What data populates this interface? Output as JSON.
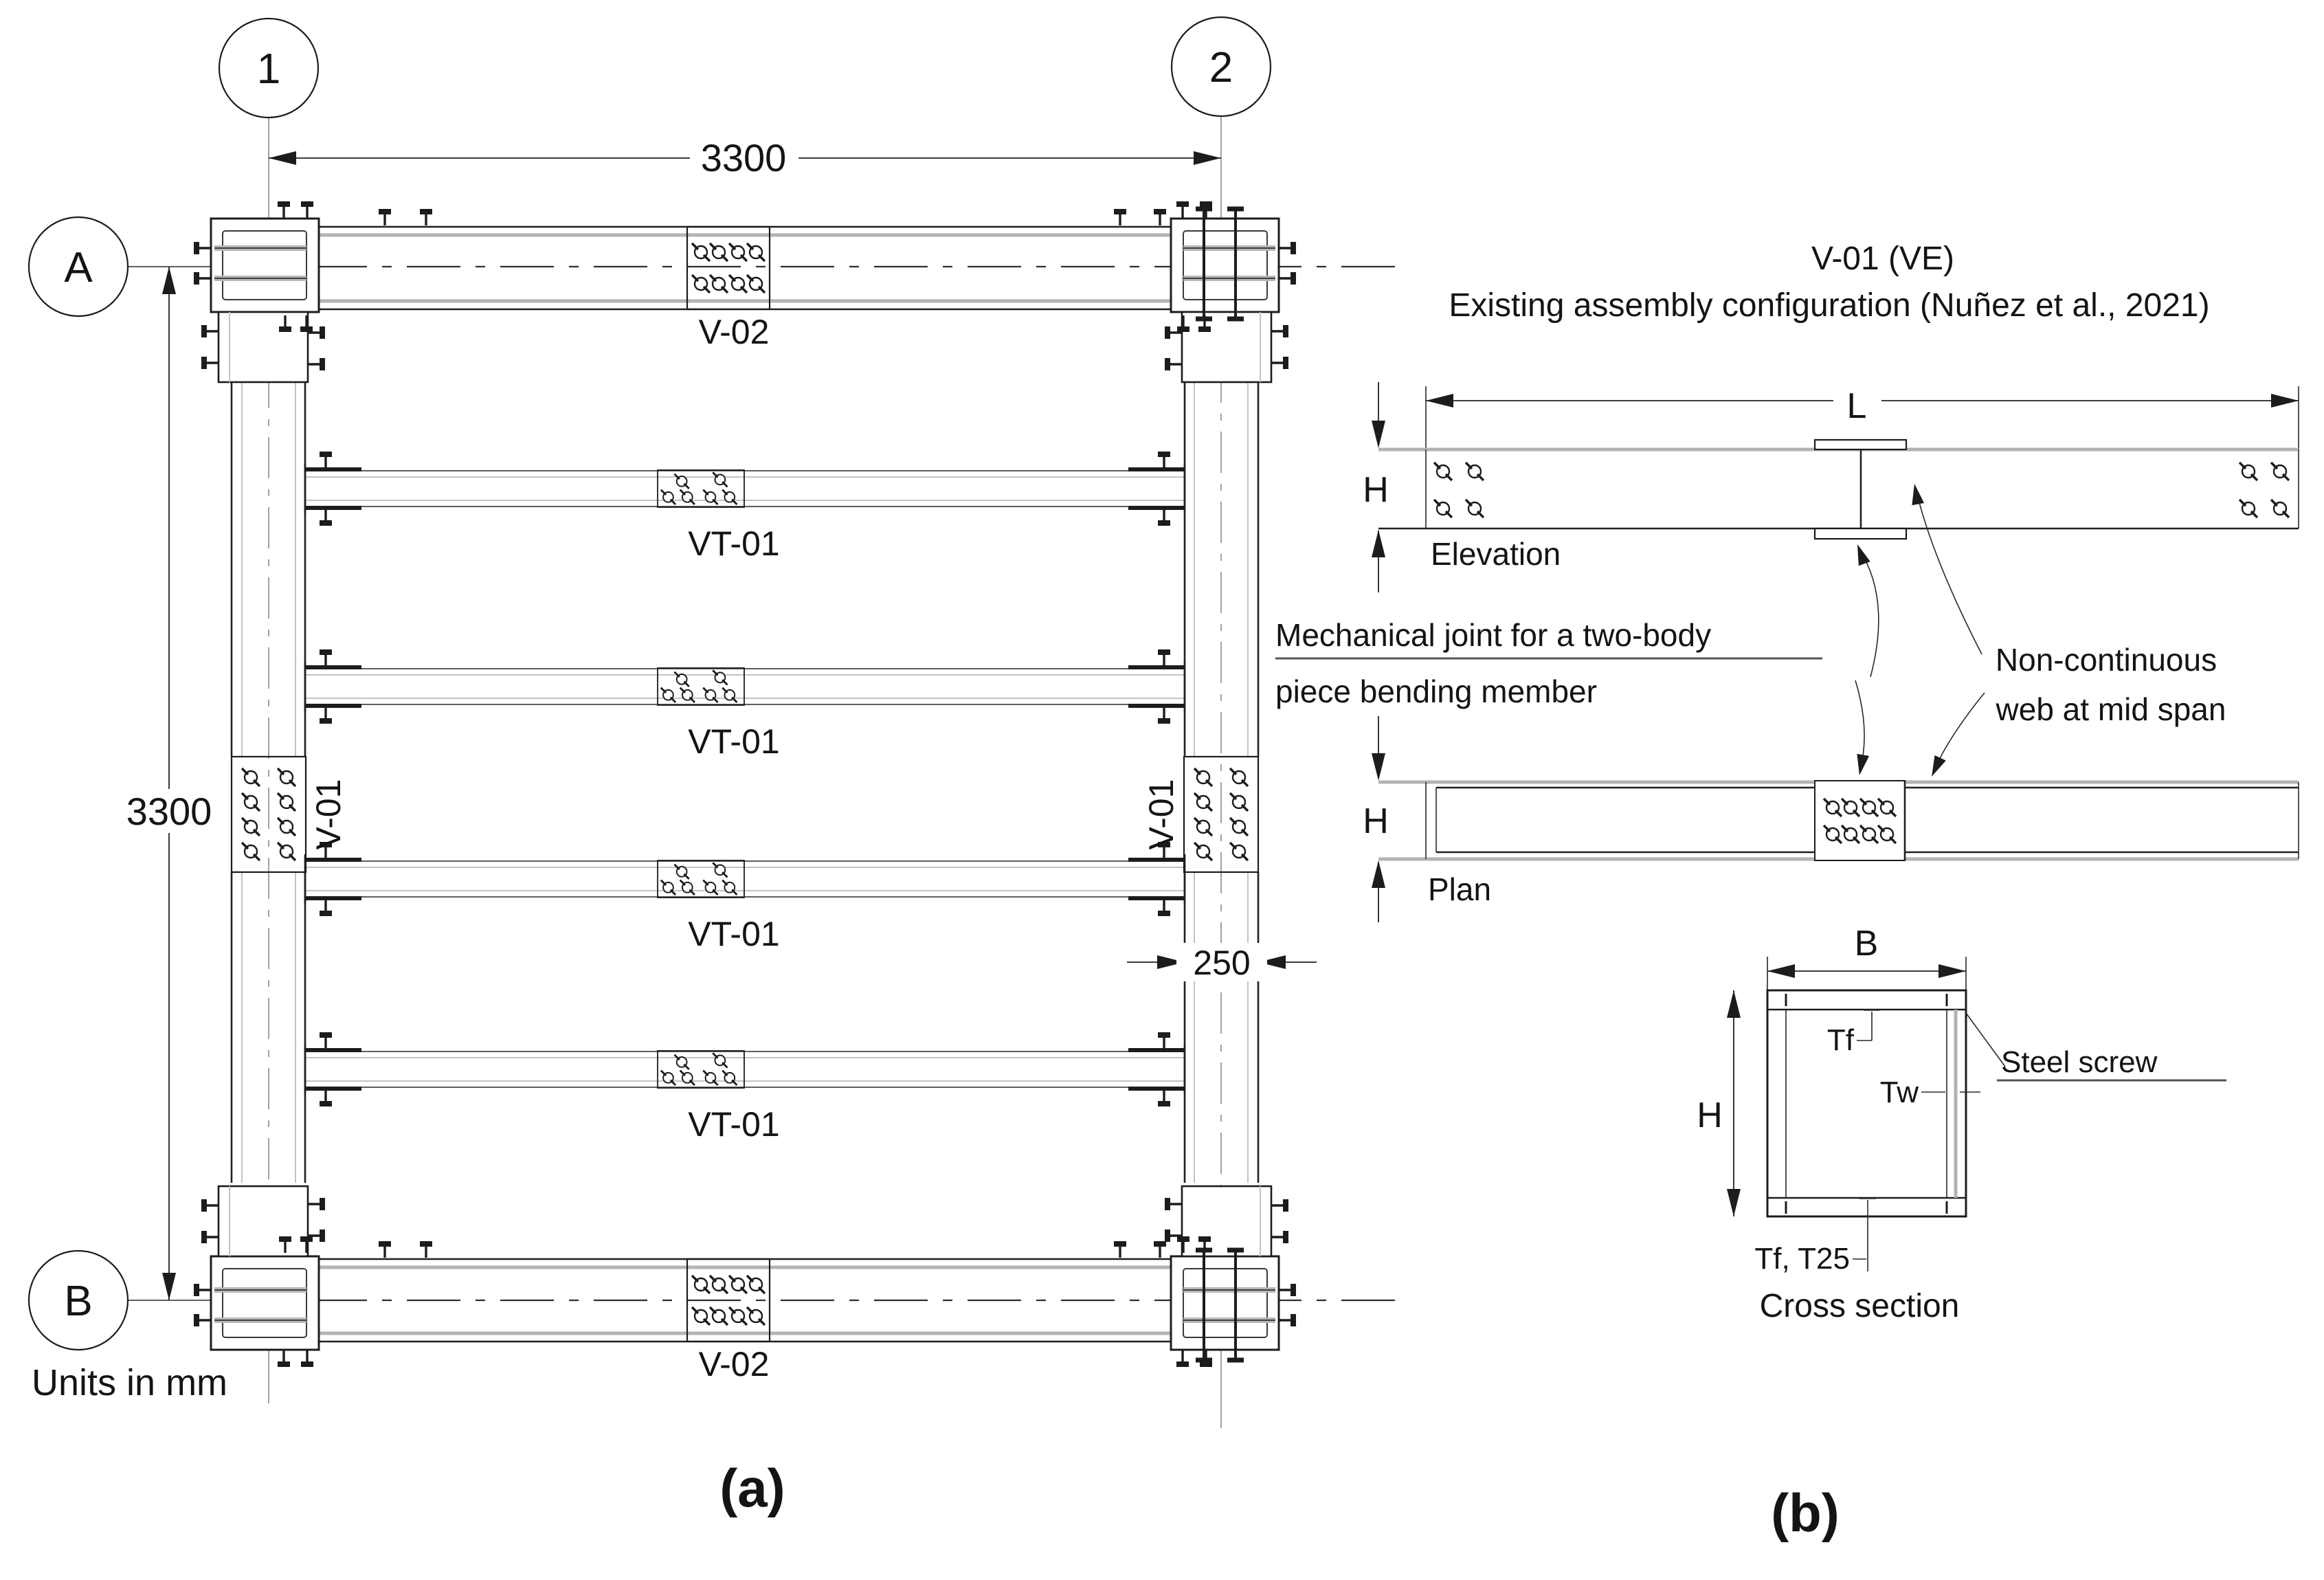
{
  "figure": {
    "caption_a": "(a)",
    "caption_b": "(b)"
  },
  "frame": {
    "bubble_1": "1",
    "bubble_2": "2",
    "bubble_A": "A",
    "bubble_B": "B",
    "dim_top": "3300",
    "dim_left": "3300",
    "dim_column": "250",
    "beam_top_label": "V-02",
    "beam_bottom_label": "V-02",
    "vt_labels": [
      "VT-01",
      "VT-01",
      "VT-01",
      "VT-01"
    ],
    "column_left_label": "V-01",
    "column_right_label": "V-01",
    "units_note": "Units in mm"
  },
  "detail": {
    "title_line1": "V-01 (VE)",
    "title_line2": "Existing assembly configuration (Nuñez et al., 2021)",
    "elevation": {
      "dim_length": "L",
      "dim_height": "H",
      "label": "Elevation"
    },
    "plan": {
      "dim_height": "H",
      "label": "Plan"
    },
    "annotations": {
      "mech_line1": "Mechanical joint for a two-body",
      "mech_line2": "piece bending member",
      "noncont_line1": "Non-continuous",
      "noncont_line2": "web at mid span",
      "steel_screw": "Steel screw"
    },
    "cross_section": {
      "dim_width": "B",
      "dim_height": "H",
      "dim_tf": "Tf",
      "dim_tw": "Tw",
      "dim_bottom": "Tf, T25",
      "label": "Cross section"
    }
  },
  "colors": {
    "ink": "#1f1f1f",
    "gray_line": "#b3b3b3",
    "background": "#ffffff"
  }
}
